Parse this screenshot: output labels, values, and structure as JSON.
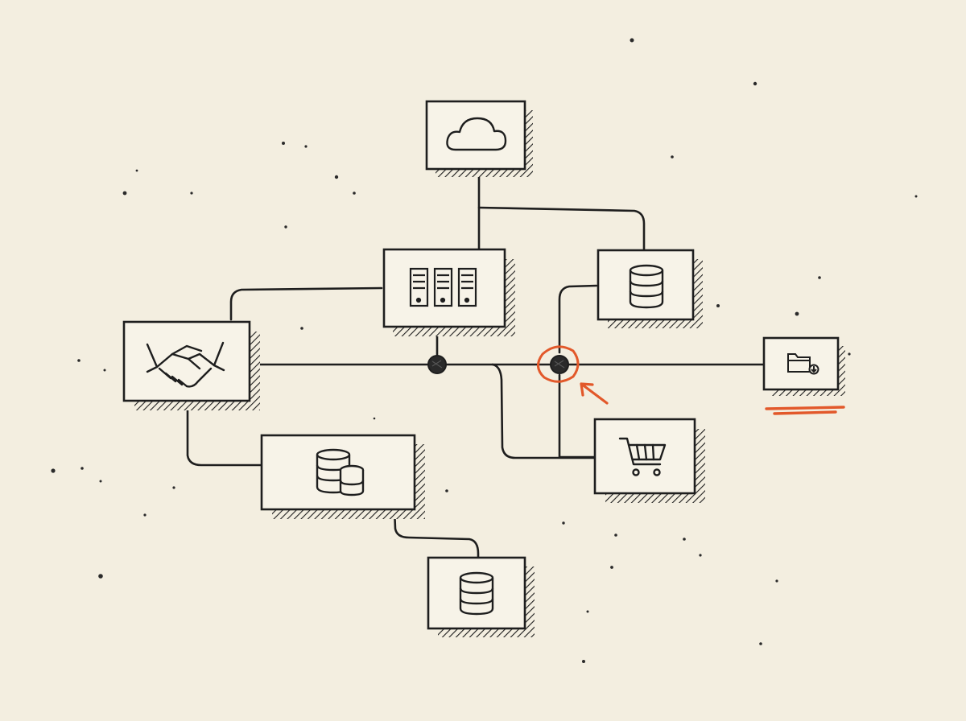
{
  "diagram": {
    "nodes": [
      {
        "id": "cloud",
        "icon": "cloud-icon"
      },
      {
        "id": "server-rack",
        "icon": "server-rack-icon"
      },
      {
        "id": "db-top-right",
        "icon": "database-icon"
      },
      {
        "id": "partner",
        "icon": "handshake-icon"
      },
      {
        "id": "storage",
        "icon": "database-stack-icon"
      },
      {
        "id": "db-bottom",
        "icon": "database-icon"
      },
      {
        "id": "shop",
        "icon": "shopping-cart-icon"
      },
      {
        "id": "folder-sync",
        "icon": "folder-sync-icon"
      }
    ],
    "edges": [
      {
        "from": "cloud",
        "to": "server-rack"
      },
      {
        "from": "cloud",
        "to": "db-top-right"
      },
      {
        "from": "server-rack",
        "to": "partner"
      },
      {
        "from": "server-rack",
        "to": "junction-1"
      },
      {
        "from": "partner",
        "to": "junction-1"
      },
      {
        "from": "junction-1",
        "to": "junction-2"
      },
      {
        "from": "junction-2",
        "to": "folder-sync"
      },
      {
        "from": "junction-2",
        "to": "db-top-right"
      },
      {
        "from": "junction-2",
        "to": "shop"
      },
      {
        "from": "junction-1",
        "to": "shop"
      },
      {
        "from": "partner",
        "to": "storage"
      },
      {
        "from": "storage",
        "to": "db-bottom"
      }
    ],
    "highlight": {
      "target": "junction-2",
      "color": "#e2582a"
    },
    "colors": {
      "ink": "#1e1e1e",
      "paper": "#f3eee0",
      "accent": "#e2582a"
    }
  }
}
